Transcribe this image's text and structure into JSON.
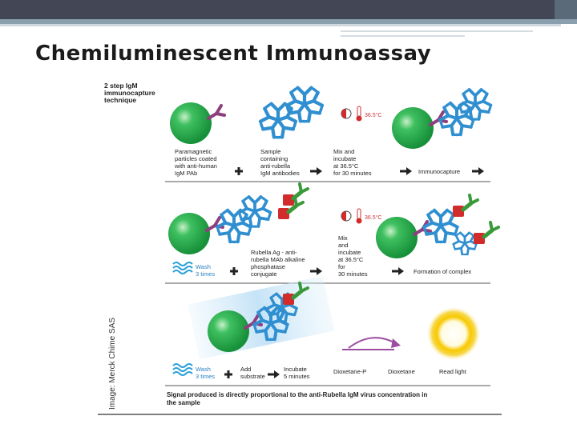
{
  "slide": {
    "title": "Chemiluminescent Immunoassay"
  },
  "figure": {
    "heading": [
      "2 step IgM",
      "immunocapture",
      "technique"
    ],
    "credit": "Image: Merck Chime SAS",
    "row1": {
      "particles": [
        "Paramagnetic",
        "particles coated",
        "with anti-human",
        "IgM PAb"
      ],
      "sample": [
        "Sample",
        "containing",
        "anti-rubella",
        "IgM antibodies"
      ],
      "mix": [
        "Mix and",
        "incubate",
        "at 36.5°C",
        "for 30 minutes"
      ],
      "temp": "36.5°C",
      "result": "Immunocapture"
    },
    "row2": {
      "wash": [
        "Wash",
        "3 times"
      ],
      "conjugate": [
        "Rubella Ag - anti-",
        "rubella MAb alkaline",
        "phosphatase",
        "conjugate"
      ],
      "mix": [
        "Mix",
        "and",
        "incubate",
        "at 36.5°C",
        "for",
        "30 minutes"
      ],
      "temp": "36.5°C",
      "result": "Formation of complex"
    },
    "row3": {
      "wash": [
        "Wash",
        "3 times"
      ],
      "substrate": [
        "Add",
        "substrate"
      ],
      "incubate": [
        "Incubate",
        "5 minutes"
      ],
      "dioxetane_p": "Dioxetane-P",
      "dioxetane": "Dioxetane",
      "read": "Read light"
    },
    "footer": [
      "Signal produced is directly proportional to the anti-Rubella IgM virus concentration in",
      "the sample"
    ],
    "colors": {
      "particle": "#2db04b",
      "antibody": "#2f8fd0",
      "anti_human": "#8e3f7e",
      "enzyme": "#d22b2b",
      "antigen": "#3a9a3a",
      "arrow": "#9b4ea0",
      "light": "#f6c400"
    }
  }
}
